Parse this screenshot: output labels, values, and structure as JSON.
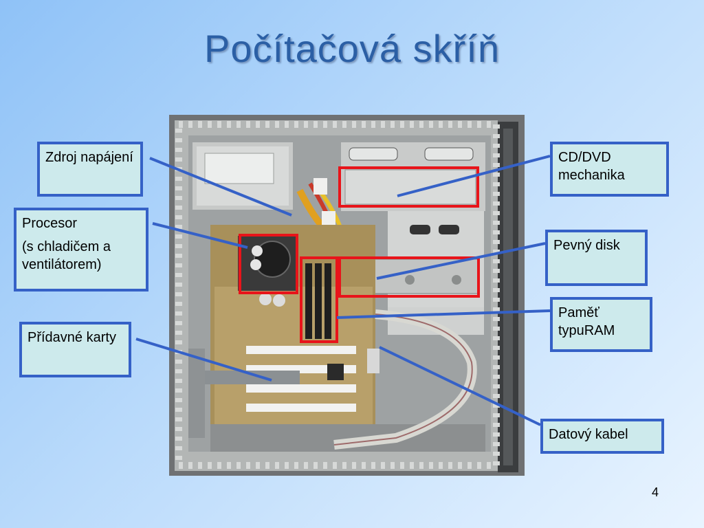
{
  "title": "Počítačová skříň",
  "labels": {
    "zdroj": "Zdroj napájení",
    "procesor_line1": "Procesor",
    "procesor_line2": "(s chladičem a ventilátorem)",
    "pridavne": "Přídavné karty",
    "cddvd": "CD/DVD mechanika",
    "disk": "Pevný disk",
    "pamet": "Paměť typuRAM",
    "kabel": "Datový kabel"
  },
  "page_number": "4",
  "colors": {
    "label_bg": "#cdeaec",
    "label_border": "#3561c7",
    "highlight_red": "#e8141a",
    "title": "#2b5fa5"
  }
}
